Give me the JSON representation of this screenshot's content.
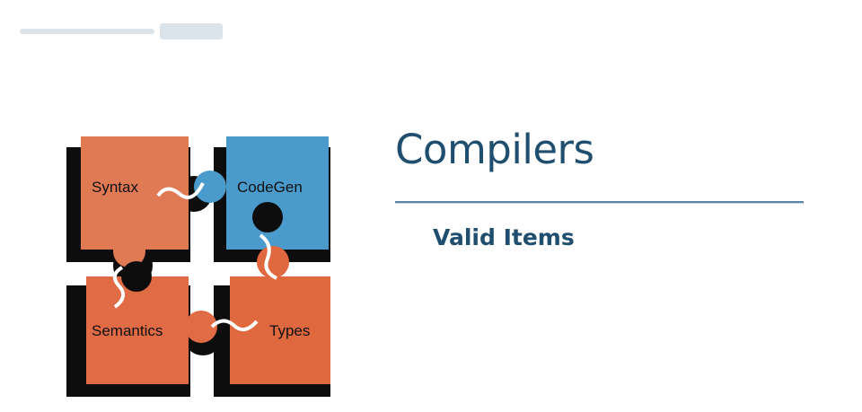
{
  "slide": {
    "title": "Compilers",
    "subtitle": "Valid Items"
  },
  "puzzle": {
    "pieces": {
      "syntax": "Syntax",
      "codegen": "CodeGen",
      "semantics": "Semantics",
      "types": "Types"
    }
  },
  "colors": {
    "title_text": "#1f4e6e",
    "divider": "#5a86a8",
    "syntax_piece": "#e07a55",
    "codegen_piece": "#4a9acb",
    "semantics_piece": "#e06b45",
    "types_piece": "#e0683f",
    "piece_shadow": "#0d0d0d"
  },
  "icons": {
    "puzzle": "puzzle-pieces-graphic",
    "watermark": "blurred-watermark-logo"
  }
}
